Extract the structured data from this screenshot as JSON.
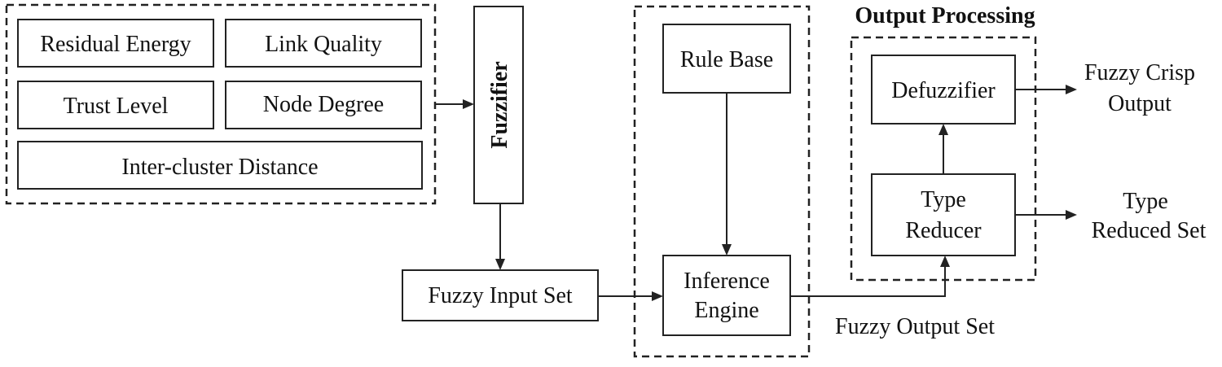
{
  "inputs": {
    "residual_energy": "Residual Energy",
    "link_quality": "Link Quality",
    "trust_level": "Trust Level",
    "node_degree": "Node Degree",
    "inter_cluster_distance": "Inter-cluster Distance"
  },
  "fuzzifier": "Fuzzifier",
  "fuzzy_input_set": "Fuzzy Input Set",
  "rule_base": "Rule Base",
  "inference_engine": [
    "Inference",
    "Engine"
  ],
  "output_processing": {
    "title": "Output Processing",
    "defuzzifier": "Defuzzifier",
    "type_reducer": [
      "Type",
      "Reducer"
    ]
  },
  "outputs": {
    "fuzzy_crisp_output": [
      "Fuzzy Crisp",
      "Output"
    ],
    "type_reduced_set": [
      "Type",
      "Reduced Set"
    ],
    "fuzzy_output_set": "Fuzzy Output Set"
  }
}
